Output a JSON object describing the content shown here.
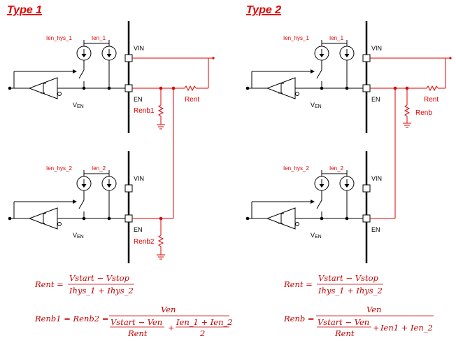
{
  "type1": {
    "title": "Type 1",
    "top": {
      "ihys": "Ien_hys_1",
      "ien": "Ien_1",
      "vin": "VIN",
      "en": "EN",
      "ven_v": "V",
      "ven_sub": "EN"
    },
    "bottom": {
      "ihys": "Ien_hys_2",
      "ien": "Ien_2",
      "vin": "VIN",
      "en": "EN",
      "ven_v": "V",
      "ven_sub": "EN"
    },
    "rent": "Rent",
    "renb1": "Renb1",
    "renb2": "Renb2",
    "eq1": {
      "lhs": "Rent =",
      "num": "Vstart − Vstop",
      "den": "Ihys_1 + Ihys_2"
    },
    "eq2": {
      "lhs": "Renb1 = Renb2 =",
      "num": "Ven",
      "inner_num": "Vstart − Ven",
      "inner_den": "Rent",
      "plus": "+",
      "frac_num": "Ien_1 + Ien_2",
      "frac_den": "2"
    }
  },
  "type2": {
    "title": "Type 2",
    "top": {
      "ihys": "Ien_hys_1",
      "ien": "Ien_1",
      "vin": "VIN",
      "en": "EN",
      "ven_v": "V",
      "ven_sub": "EN"
    },
    "bottom": {
      "ihys": "Ien_hys_2",
      "ien": "Ien_2",
      "vin": "VIN",
      "en": "EN",
      "ven_v": "V",
      "ven_sub": "EN"
    },
    "rent": "Rent",
    "renb": "Renb",
    "eq1": {
      "lhs": "Rent =",
      "num": "Vstart − Vstop",
      "den": "Ihys_1 + Ihys_2"
    },
    "eq2": {
      "lhs": "Renb =",
      "num": "Ven",
      "inner_num": "Vstart − Ven",
      "inner_den": "Rent",
      "plus": "+",
      "tail": "Ien1 + Ien_2"
    }
  }
}
